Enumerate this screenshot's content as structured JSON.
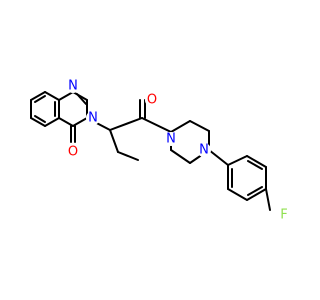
{
  "colors": {
    "background": "#ffffff",
    "bond": "#000000",
    "nitrogen": "#0000ff",
    "oxygen": "#ff0000",
    "fluorine": "#90e050"
  },
  "atoms": {
    "n_quinazoline_1": "N",
    "n_quinazoline_3": "N",
    "o_quinazolinone": "O",
    "o_amide": "O",
    "n_piperazine_amide": "N",
    "n_piperazine_aryl": "N",
    "f_aryl": "F"
  }
}
